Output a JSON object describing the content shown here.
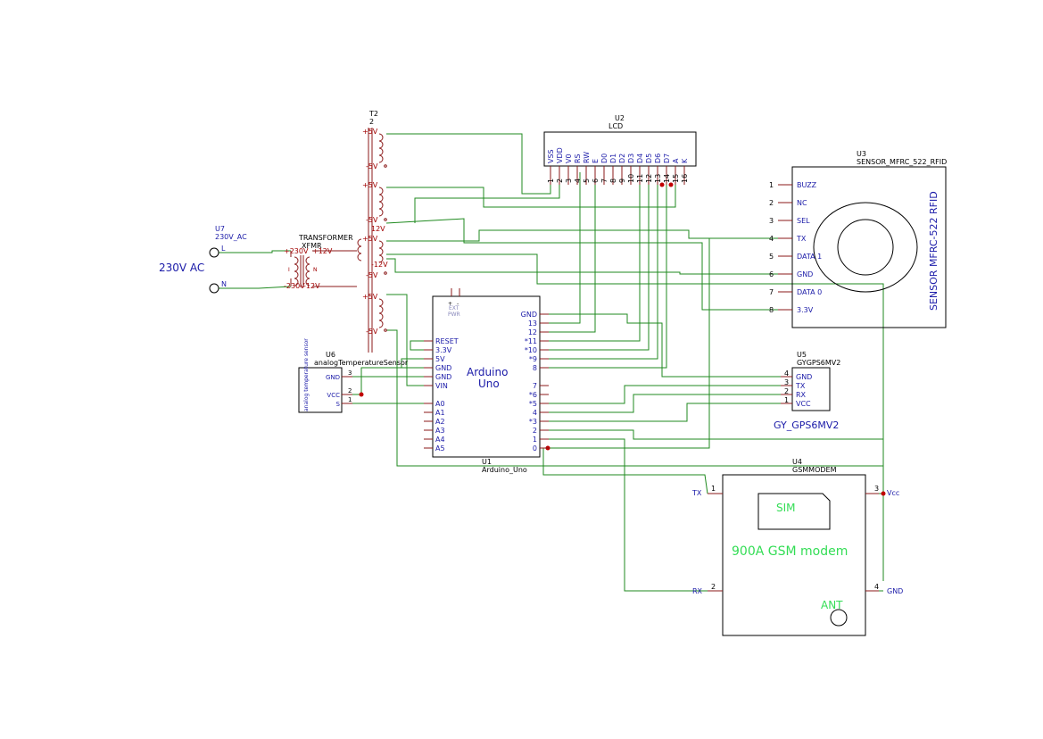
{
  "u7": {
    "ref": "U7",
    "value": "230V_AC",
    "pin_l": "L",
    "pin_n": "N",
    "label": "230V AC"
  },
  "xfmr": {
    "ref": "TRANSFORMER",
    "value": "XFMR",
    "p1": "+230V",
    "p2": "-230V",
    "s1": "+12V",
    "s2": "-12V",
    "mark_i": "I",
    "mark_n": "N"
  },
  "t2": {
    "ref": "T2",
    "value": "2",
    "taps": [
      "+5V",
      "-5V",
      "+5V",
      "-5V",
      "12V",
      "+5V",
      "-12V",
      "-5V",
      "+5V",
      "-5V"
    ]
  },
  "u2": {
    "ref": "U2",
    "value": "LCD",
    "pins": [
      "VSS",
      "VDD",
      "V0",
      "RS",
      "RW",
      "E",
      "D0",
      "D1",
      "D2",
      "D3",
      "D4",
      "D5",
      "D6",
      "D7",
      "A",
      "K"
    ],
    "nums": [
      "1",
      "2",
      "3",
      "4",
      "5",
      "6",
      "7",
      "8",
      "9",
      "10",
      "11",
      "12",
      "13",
      "14",
      "15",
      "16"
    ]
  },
  "u3": {
    "ref": "U3",
    "value": "SENSOR_MFRC_522_RFID",
    "title": "SENSOR MFRC-522 RFID",
    "pins": [
      "BUZZ",
      "NC",
      "SEL",
      "TX",
      "DATA 1",
      "GND",
      "DATA 0",
      "3.3V"
    ],
    "nums": [
      "1",
      "2",
      "3",
      "4",
      "5",
      "6",
      "7",
      "8"
    ]
  },
  "u1": {
    "ref": "U1",
    "value": "Arduino_Uno",
    "title1": "Arduino",
    "title2": "Uno",
    "ext": "EXT",
    "pwr": "PWR",
    "left": [
      "RESET",
      "3.3V",
      "5V",
      "GND",
      "GND",
      "VIN",
      "A0",
      "A1",
      "A2",
      "A3",
      "A4",
      "A5"
    ],
    "right": [
      "GND",
      "13",
      "12",
      "*11",
      "*10",
      "*9",
      "8",
      "7",
      "*6",
      "*5",
      "4",
      "*3",
      "2",
      "1",
      "0"
    ]
  },
  "u6": {
    "ref": "U6",
    "value": "analogTemperatureSensor",
    "pins": [
      "GND",
      "VCC",
      "S"
    ],
    "nums": [
      "3",
      "2",
      "1"
    ],
    "body": "analog temperature sensor"
  },
  "u5": {
    "ref": "U5",
    "value": "GYGPS6MV2",
    "label": "GY_GPS6MV2",
    "pins": [
      "GND",
      "TX",
      "RX",
      "VCC"
    ],
    "nums": [
      "4",
      "3",
      "2",
      "1"
    ]
  },
  "u4": {
    "ref": "U4",
    "value": "GSMMODEM",
    "sim": "SIM",
    "title": "900A GSM modem",
    "ant": "ANT",
    "tx": "TX",
    "rx": "RX",
    "vcc": "Vcc",
    "gnd": "GND",
    "n1": "1",
    "n2": "2",
    "n3": "3",
    "n4": "4"
  },
  "colors": {
    "wire": "#1f8a1f",
    "text": "#1a1aa8",
    "pin": "#8b1a1a",
    "junction": "#c00000",
    "gsm_text": "#33dd55"
  }
}
